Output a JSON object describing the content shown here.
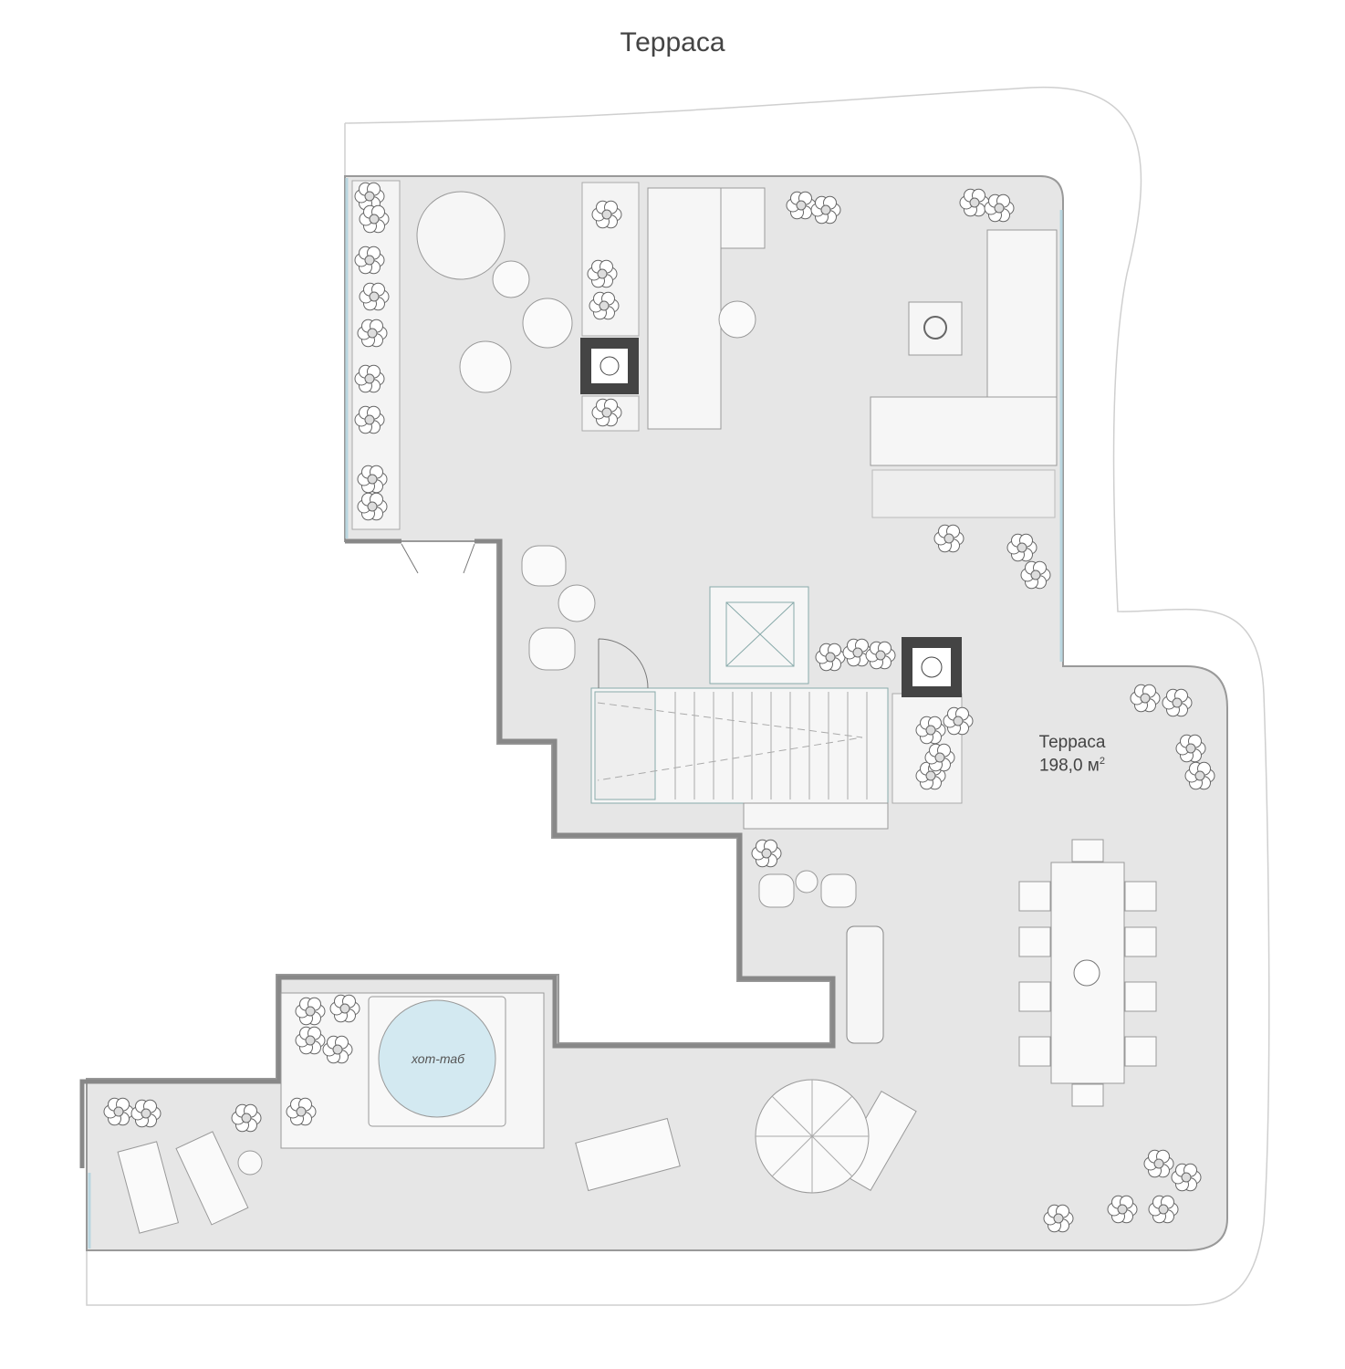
{
  "header": {
    "title": "Терраса"
  },
  "terrace": {
    "name": "Терраса",
    "area_value": "198,0 м",
    "area_sup": "2"
  },
  "hot_tub": {
    "label": "хот-таб"
  },
  "colors": {
    "deck": "#e6e6e6",
    "wall": "#8a8a8a",
    "water": "#d3e9f1",
    "outline": "#cfcfcf"
  }
}
